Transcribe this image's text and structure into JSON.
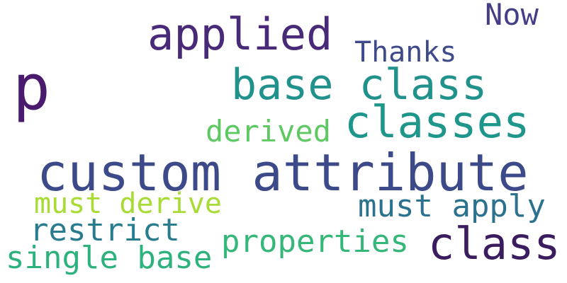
{
  "words": [
    {
      "id": "p",
      "text": "p",
      "color": "#4a1a6e"
    },
    {
      "id": "applied",
      "text": "applied",
      "color": "#482a78"
    },
    {
      "id": "now",
      "text": "Now",
      "color": "#433e85"
    },
    {
      "id": "thanks",
      "text": "Thanks",
      "color": "#3f4a8a"
    },
    {
      "id": "base-class",
      "text": "base class",
      "color": "#21918c"
    },
    {
      "id": "classes",
      "text": "classes",
      "color": "#1f968b"
    },
    {
      "id": "derived",
      "text": "derived",
      "color": "#5ec962"
    },
    {
      "id": "custom-attribute",
      "text": "custom attribute",
      "color": "#3d4a8a"
    },
    {
      "id": "must-derive",
      "text": "must derive",
      "color": "#a8db34"
    },
    {
      "id": "must-apply",
      "text": "must apply",
      "color": "#2c728e"
    },
    {
      "id": "restrict",
      "text": "restrict",
      "color": "#287c8e"
    },
    {
      "id": "properties",
      "text": "properties",
      "color": "#35b779"
    },
    {
      "id": "class",
      "text": "class",
      "color": "#3b1c5e"
    },
    {
      "id": "single-base",
      "text": "single base",
      "color": "#2db27d"
    }
  ]
}
